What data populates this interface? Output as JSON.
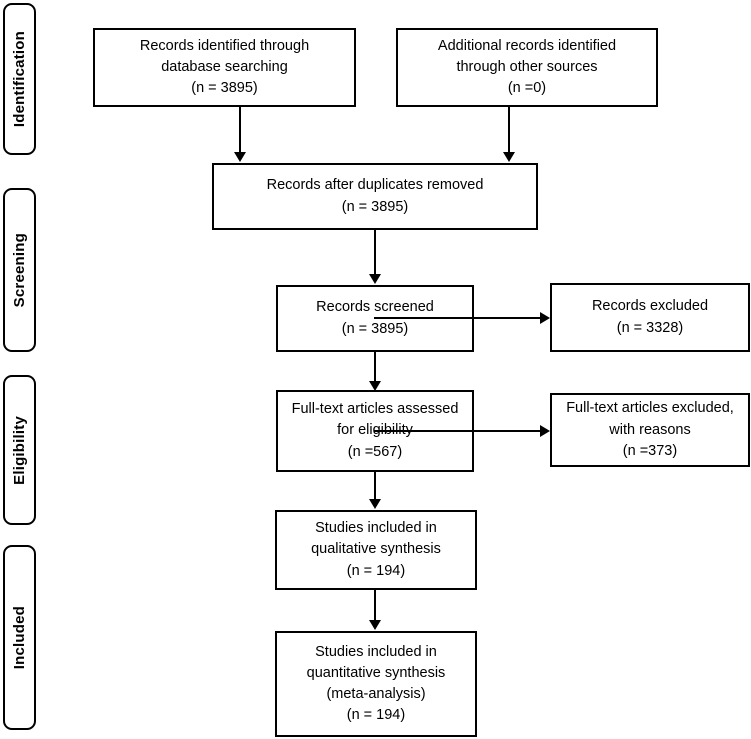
{
  "diagram": {
    "title": "PRISMA flow diagram",
    "type": "prisma-flow-diagram",
    "colors": {
      "stroke": "#000000",
      "background": "#ffffff",
      "text": "#000000"
    },
    "phases": [
      {
        "id": "identification",
        "label": "Identification"
      },
      {
        "id": "screening",
        "label": "Screening"
      },
      {
        "id": "eligibility",
        "label": "Eligibility"
      },
      {
        "id": "included",
        "label": "Included"
      }
    ],
    "nodes": [
      {
        "id": "records-identified-database",
        "text": "Records identified through\ndatabase searching\n(n = 3895)",
        "count": 3895
      },
      {
        "id": "records-identified-other",
        "text": "Additional records identified\nthrough other sources\n(n =0)",
        "count": 0
      },
      {
        "id": "records-after-duplicates",
        "text": "Records after duplicates removed\n(n = 3895)",
        "count": 3895
      },
      {
        "id": "records-screened",
        "text": "Records screened\n(n = 3895)",
        "count": 3895
      },
      {
        "id": "records-excluded",
        "text": "Records excluded\n(n = 3328)",
        "count": 3328
      },
      {
        "id": "fulltext-assessed",
        "text": "Full-text articles assessed\nfor eligibility\n(n =567)",
        "count": 567
      },
      {
        "id": "fulltext-excluded",
        "text": "Full-text articles excluded,\nwith reasons\n(n =373)",
        "count": 373
      },
      {
        "id": "studies-qualitative",
        "text": "Studies included in\nqualitative synthesis\n(n = 194)",
        "count": 194
      },
      {
        "id": "studies-quantitative",
        "text": "Studies included in\nquantitative synthesis\n(meta-analysis)\n(n = 194)",
        "count": 194
      }
    ]
  }
}
